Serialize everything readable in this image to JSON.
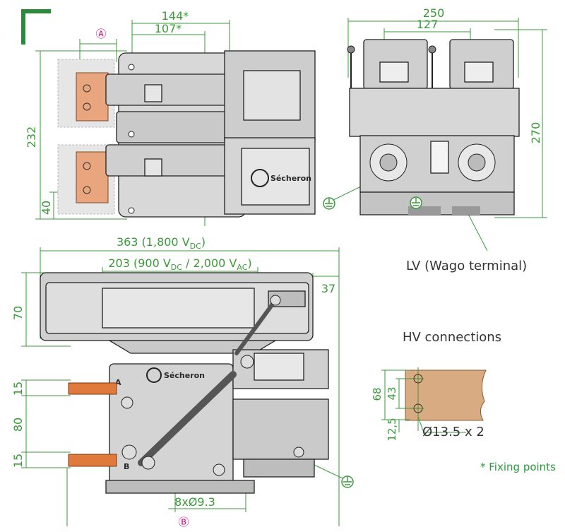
{
  "colors": {
    "dimension": "#3a9a3a",
    "marker": "#d6007a",
    "busbar_copper": "#e8a57e",
    "busbar_orange": "#e07a3c",
    "hv_plate": "#d9ab82",
    "corner_mark": "#2a8a3a"
  },
  "top_view": {
    "dim_144": "144*",
    "dim_107": "107*",
    "marker_a": "Ⓐ",
    "dim_232": "232",
    "dim_40": "40",
    "logo": "Sécheron"
  },
  "end_view": {
    "dim_250": "250",
    "dim_127": "127",
    "dim_270": "270",
    "ground_icon": "ground-icon"
  },
  "side_view": {
    "dim_363_main": "363 (1,800 V",
    "dim_363_sub": "DC",
    "dim_363_close": ")",
    "dim_203_main": "203 (900 V",
    "dim_203_sub1": "DC",
    "dim_203_mid": " / 2,000 V",
    "dim_203_sub2": "AC",
    "dim_203_close": ")",
    "dim_37": "37",
    "dim_70": "70",
    "dim_15_top": "15",
    "dim_80": "80",
    "dim_15_bottom": "15",
    "label_a": "A",
    "label_b": "B",
    "logo": "Sécheron",
    "fixing": "8xØ9.3",
    "marker_b": "Ⓑ"
  },
  "hv_detail": {
    "lv_label": "LV (Wago terminal)",
    "title": "HV connections",
    "dim_68": "68",
    "dim_43": "43",
    "dim_12_5": "12,5",
    "hole": "Ø13.5 x 2"
  },
  "footnote": "* Fixing points"
}
